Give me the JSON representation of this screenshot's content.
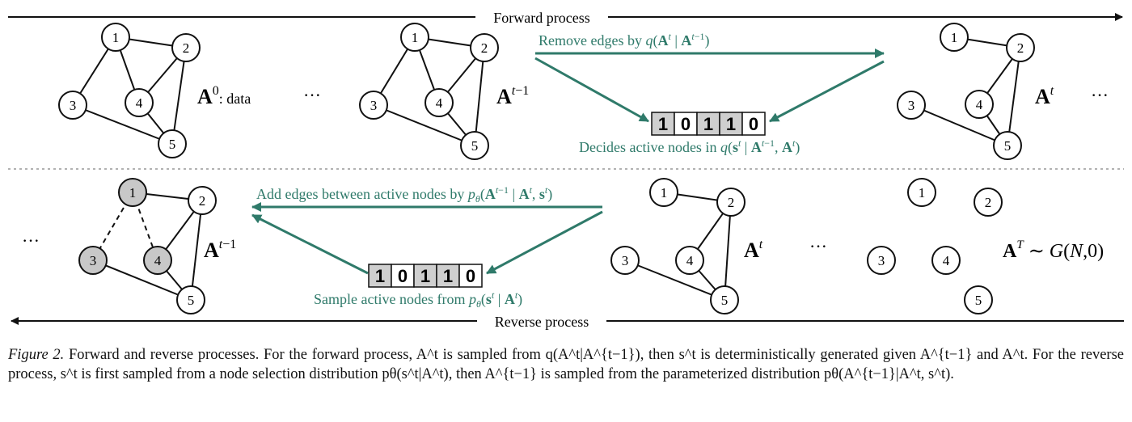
{
  "header": {
    "forward_process": "Forward process",
    "reverse_process": "Reverse process"
  },
  "forward": {
    "remove_edges": "Remove edges by ",
    "remove_edges_math": "q(A^t | A^{t−1})",
    "decides_active": "Decides active nodes in ",
    "decides_active_math": "q(s^t | A^{t−1}, A^t)",
    "label_data": ": data",
    "ellipsis": "···"
  },
  "reverse": {
    "add_edges": "Add edges between active nodes by ",
    "add_edges_math": "pθ(A^{t−1} | A^t, s^t)",
    "sample_active": "Sample active nodes from ",
    "sample_active_math": "pθ(s^t | A^t)",
    "final_label": "A^T ∼ G(N,0)"
  },
  "bit_vector": [
    "1",
    "0",
    "1",
    "1",
    "0"
  ],
  "node_labels": [
    "1",
    "2",
    "3",
    "4",
    "5"
  ],
  "graph_labels": {
    "A0": "A^0",
    "At_minus_1": "A^{t−1}",
    "At": "A^t",
    "AT": "A^T"
  },
  "colors": {
    "accent": "#2f7a6a",
    "active_node": "#c8c8c8",
    "bit_fill": "#cfcfcf",
    "line": "#111111"
  },
  "caption": {
    "figure_label": "Figure 2.",
    "text": "Forward and reverse processes. For the forward process, A^t is sampled from q(A^t|A^{t−1}), then s^t is deterministically generated given A^{t−1} and A^t. For the reverse process, s^t is first sampled from a node selection distribution pθ(s^t|A^t), then A^{t−1} is sampled from the parameterized distribution pθ(A^{t−1}|A^t, s^t)."
  }
}
